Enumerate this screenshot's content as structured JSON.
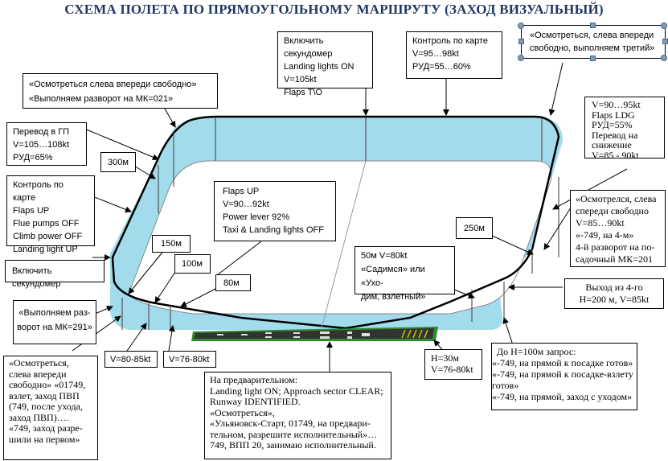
{
  "title": "СХЕМА ПОЛЕТА ПО ПРЯМОУГОЛЬНОМУ МАРШРУТУ (ЗАХОД ВИЗУАЛЬНЫЙ)",
  "colors": {
    "title": "#1f3864",
    "pattern_fill": "#a2dbeb",
    "runway": "#333333",
    "runway_border": "#2e8b2e",
    "runway_stripes": "#c8c800"
  },
  "callouts": {
    "stopwatch_top": "Включить секундомер\nLanding lights ON\nV=105kt\nFlaps T\\O",
    "map_control_top": "Контроль по карте\nV=95…98kt\nРУД=55…60%",
    "third_turn": "«Осмотреться, слева впереди свободно, выполняем третий»",
    "first_turn": "«Осмотреться слева впереди свободно»\n«Выполняем разворот на МК=021»",
    "level_flight": "Перевод в ГП\nV=105…108kt\nРУД=65%",
    "alt_300": "300м",
    "map_control_left": "Контроль по карте\nFlaps UP\nFlue pumps OFF\nClimb power OFF\nLanding light UP",
    "after_takeoff": "Flaps UP\nV=90…92kt\nPower lever 92%\nTaxi & Landing lights OFF",
    "stopwatch_left": "Включить секундомер",
    "alt_150": "150м",
    "alt_100": "100м",
    "alt_80": "80м",
    "second_turn": "«Выполняем раз-\nворот на МК=291»",
    "descent": "V=90…95kt\nFlaps LDG\nРУД=55%\nПеревод на снижение\nV=85 - 90kt",
    "alt_250": "250м",
    "fourth_turn": "«Осмотрелся, слева спереди свободно\nV=85…90kt\n«-749, на 4-м»\n4-й разворот на по-\nсадочный МК=201",
    "decision_50": "50м V=80kt\n«Садимся» или «Ухо-\nдим, взлетный»",
    "exit_fourth": "Выход из 4-го\nH=200 м, V=85kt",
    "speed_80_85": "V=80-85kt",
    "speed_76_80": "V=76-80kt",
    "takeoff_clearance": "«Осмотреться, слева впереди свободно»\n«01749, взлет, заход ПВП\n(749, после ухода, заход ПВП)….\n«749, заход разре-\nшили на первом»",
    "preliminary": "На предварительном:\nLanding light ON; Approach sector CLEAR;\nRunway IDENTIFIED.\n«Осмотреться»,\n «Ульяновск-Старт, 01749, на предвари-\nтельном, разрешите исполнительный»…\n749, ВПП 20, занимаю исполнительный.",
    "h30": "H=30м\nV=76-80kt",
    "final_request": "  До H=100м запрос:\n«-749, на прямой к посадке готов»\n«-749, на прямой к посадке-взлету готов»\n«-749, на прямой, заход с уходом»"
  }
}
